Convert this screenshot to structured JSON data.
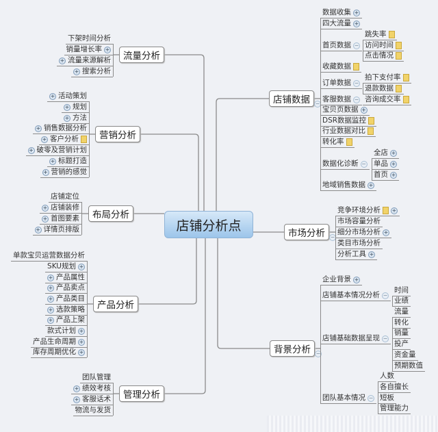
{
  "center": "店铺分析点",
  "left": [
    {
      "label": "流量分析",
      "children": [
        {
          "label": "下架时间分析"
        },
        {
          "label": "销量增长率",
          "icon": "plus"
        },
        {
          "label": "流量来源解析",
          "icon": "plus"
        },
        {
          "label": "搜索分析",
          "icon": "plus"
        }
      ]
    },
    {
      "label": "营销分析",
      "children": [
        {
          "label": "活动策划",
          "icon": "plus"
        },
        {
          "label": "规划",
          "icon": "plus"
        },
        {
          "label": "方法",
          "icon": "plus"
        },
        {
          "label": "销售数据分析",
          "icon": "plus"
        },
        {
          "label": "客户分析",
          "icon": "plus",
          "note": true
        },
        {
          "label": "破零及营销计划",
          "icon": "plus"
        },
        {
          "label": "标题打造",
          "icon": "plus"
        },
        {
          "label": "营销的感觉",
          "icon": "plus"
        }
      ]
    },
    {
      "label": "布局分析",
      "children": [
        {
          "label": "店铺定位"
        },
        {
          "label": "店铺装修",
          "icon": "plus"
        },
        {
          "label": "首图要素",
          "icon": "plus"
        },
        {
          "label": "详情页排版",
          "icon": "plus"
        }
      ]
    },
    {
      "label": "产品分析",
      "children": [
        {
          "label": "单款宝贝运营数据分析"
        },
        {
          "label": "SKU规划",
          "icon": "plus"
        },
        {
          "label": "产品属性",
          "icon": "plus"
        },
        {
          "label": "产品卖点",
          "icon": "plus"
        },
        {
          "label": "产品类目",
          "icon": "plus"
        },
        {
          "label": "选款策略",
          "icon": "plus"
        },
        {
          "label": "产品上架",
          "icon": "plus"
        },
        {
          "label": "款式计划",
          "icon": "plus"
        },
        {
          "label": "产品生命周期",
          "icon": "plus"
        },
        {
          "label": "库存周期优化",
          "icon": "plus"
        }
      ]
    },
    {
      "label": "管理分析",
      "children": [
        {
          "label": "团队管理"
        },
        {
          "label": "绩效考核",
          "icon": "plus"
        },
        {
          "label": "客服话术",
          "icon": "plus"
        },
        {
          "label": "物流与发货"
        }
      ]
    }
  ],
  "right": [
    {
      "label": "店铺数据",
      "children": [
        {
          "label": "数据收集",
          "icon": "plus"
        },
        {
          "label": "四大流量",
          "icon": "plus"
        },
        {
          "label": "首页数据",
          "children": [
            {
              "label": "跳失率",
              "note": true
            },
            {
              "label": "访问时间",
              "note": true
            },
            {
              "label": "点击情况",
              "note": true
            }
          ]
        },
        {
          "label": "收藏数据",
          "note": true
        },
        {
          "label": "订单数据",
          "children": [
            {
              "label": "拍下支付率",
              "note": true
            },
            {
              "label": "退款数据",
              "note": true
            }
          ]
        },
        {
          "label": "客服数据",
          "children": [
            {
              "label": "咨询成交率",
              "note": true
            }
          ]
        },
        {
          "label": "宝贝页数据",
          "icon": "plus"
        },
        {
          "label": "DSR数据监控",
          "note": true
        },
        {
          "label": "行业数据对比",
          "note": true
        },
        {
          "label": "转化率",
          "note": true
        },
        {
          "label": "数据化诊断",
          "children": [
            {
              "label": "全店",
              "icon": "plus"
            },
            {
              "label": "单品",
              "icon": "plus"
            },
            {
              "label": "首页",
              "icon": "plus"
            }
          ]
        },
        {
          "label": "地域销售数据",
          "icon": "plus"
        }
      ]
    },
    {
      "label": "市场分析",
      "children": [
        {
          "label": "竞争环境分析",
          "note": true,
          "icon": "plus"
        },
        {
          "label": "市场容量分析"
        },
        {
          "label": "细分市场分析",
          "icon": "plus"
        },
        {
          "label": "类目市场分析"
        },
        {
          "label": "分析工具",
          "icon": "plus"
        }
      ]
    },
    {
      "label": "背景分析",
      "children": [
        {
          "label": "企业背景",
          "icon": "plus"
        },
        {
          "label": "店铺基本情况分析",
          "children": [
            {
              "label": "时间"
            },
            {
              "label": "业绩"
            }
          ]
        },
        {
          "label": "店铺基础数据呈现",
          "children": [
            {
              "label": "流量"
            },
            {
              "label": "转化"
            },
            {
              "label": "销量"
            },
            {
              "label": "投产"
            },
            {
              "label": "资金量"
            },
            {
              "label": "预期数值"
            }
          ]
        },
        {
          "label": "团队基本情况",
          "children": [
            {
              "label": "人数"
            },
            {
              "label": "各自擅长"
            },
            {
              "label": "短板"
            },
            {
              "label": "管理能力"
            }
          ]
        }
      ]
    }
  ]
}
